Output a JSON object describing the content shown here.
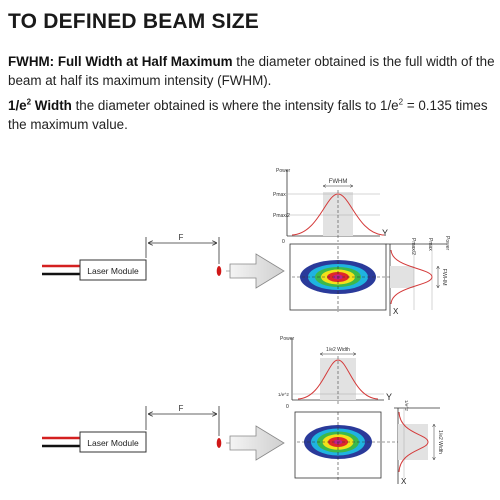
{
  "header": {
    "title": "TO DEFINED BEAM SIZE"
  },
  "fwhm_definition": {
    "term": "FWHM: Full Width at Half Maximum",
    "text": " the diameter obtained is the full width of the beam at half its maximum intensity (FWHM)."
  },
  "e2_definition": {
    "term_base": "1/e",
    "term_sup": "2",
    "term_rest": " Width",
    "text_1": " the diameter obtained is where the intensity falls to 1/e",
    "text_sup": "2",
    "text_2": " = 0.135 times the maximum value."
  },
  "diagram_top": {
    "module_label": "Laser Module",
    "distance_label": "F",
    "power_label": "Power",
    "pmax_label": "Pmax",
    "half_pmax_label": "Pmax/2",
    "width_label": "FWHM",
    "y_label": "Y",
    "x_label": "X",
    "origin_label": "0",
    "side_power_label": "Power",
    "side_pmax_label": "Pmax",
    "side_half_label": "Pmax/2",
    "side_width_label": "FWHM"
  },
  "diagram_bottom": {
    "module_label": "Laser Module",
    "distance_label": "F",
    "power_label": "Power",
    "level_label": "1/e^2",
    "width_label": "1/e2 Width",
    "y_label": "Y",
    "x_label": "X",
    "origin_label": "0",
    "side_level_label": "1/e^2",
    "side_width_label": "1/e2 Width"
  },
  "colors": {
    "curve": "#d43a3a",
    "beam_outer": "#2a3a9a",
    "beam_cyan": "#1fb4e0",
    "beam_green": "#3cb84a",
    "beam_yellow": "#f2e21a",
    "beam_red": "#e02828",
    "beam_core": "#c0208a",
    "laser_dot": "#d01818"
  }
}
